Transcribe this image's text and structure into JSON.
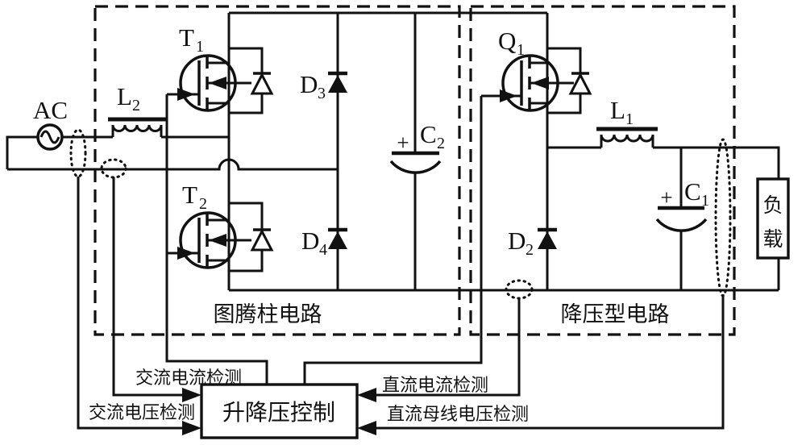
{
  "figure_type": "power-converter-circuit-schematic",
  "components": {
    "ac_source": {
      "label": "AC"
    },
    "t1": {
      "name": "T",
      "sub": "1"
    },
    "t2": {
      "name": "T",
      "sub": "2"
    },
    "q1": {
      "name": "Q",
      "sub": "1"
    },
    "l1": {
      "name": "L",
      "sub": "1"
    },
    "l2": {
      "name": "L",
      "sub": "2"
    },
    "c1": {
      "name": "C",
      "sub": "1",
      "polarity": "+"
    },
    "c2": {
      "name": "C",
      "sub": "2",
      "polarity": "+"
    },
    "d2": {
      "name": "D",
      "sub": "2"
    },
    "d3": {
      "name": "D",
      "sub": "3"
    },
    "d4": {
      "name": "D",
      "sub": "4"
    },
    "load": {
      "label": "负载",
      "chars": [
        "负",
        "载"
      ]
    }
  },
  "sections": {
    "totem_pole_label": "图腾柱电路",
    "buck_label": "降压型电路"
  },
  "controller": {
    "label": "升降压控制"
  },
  "signal_labels": {
    "ac_current": "交流电流检测",
    "ac_voltage": "交流电压检测",
    "dc_current": "直流电流检测",
    "dc_bus_voltage": "直流母线电压检测"
  },
  "colors": {
    "ink": "#111111",
    "background": "#ffffff"
  }
}
